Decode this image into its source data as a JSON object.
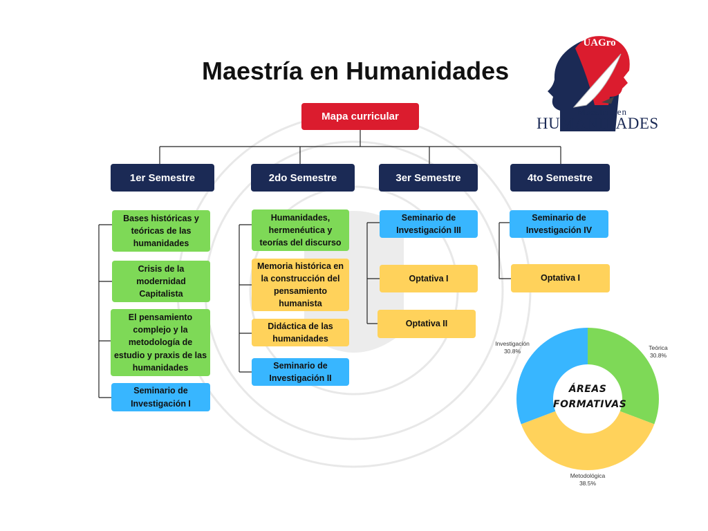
{
  "page": {
    "title": "Maestría en Humanidades"
  },
  "logo": {
    "badge": "UAGro",
    "subtitle": "Maestría en",
    "name": "HUMANIDADES"
  },
  "root": {
    "label": "Mapa curricular",
    "color": "#db1c2e"
  },
  "semesters": [
    {
      "label": "1er Semestre",
      "courses": [
        {
          "label": "Bases históricas y teóricas de las humanidades",
          "area": "Teórica"
        },
        {
          "label": "Crisis de la modernidad Capitalista",
          "area": "Teórica"
        },
        {
          "label": "El pensamiento complejo y la metodología de estudio y praxis de las humanidades",
          "area": "Teórica"
        },
        {
          "label": "Seminario de Investigación I",
          "area": "Investigación"
        }
      ]
    },
    {
      "label": "2do Semestre",
      "courses": [
        {
          "label": "Humanidades, hermenéutica y teorías del discurso",
          "area": "Teórica"
        },
        {
          "label": "Memoria histórica en la construcción del pensamiento humanista",
          "area": "Metodológica"
        },
        {
          "label": "Didáctica de las humanidades",
          "area": "Metodológica"
        },
        {
          "label": "Seminario de Investigación II",
          "area": "Investigación"
        }
      ]
    },
    {
      "label": "3er Semestre",
      "courses": [
        {
          "label": "Seminario de Investigación III",
          "area": "Investigación"
        },
        {
          "label": "Optativa I",
          "area": "Metodológica"
        },
        {
          "label": "Optativa II",
          "area": "Metodológica"
        }
      ]
    },
    {
      "label": "4to Semestre",
      "courses": [
        {
          "label": "Seminario de Investigación IV",
          "area": "Investigación"
        },
        {
          "label": "Optativa I",
          "area": "Metodológica"
        }
      ]
    }
  ],
  "colors": {
    "Teórica": "#7ed957",
    "Metodológica": "#ffd25b",
    "Investigación": "#38b6ff",
    "semester": "#1b2a55",
    "connector": "#222222"
  },
  "chart_data": {
    "type": "pie",
    "title": "ÁREAS FORMATIVAS",
    "donut": true,
    "slices": [
      {
        "label": "Teórica",
        "value": 30.8,
        "display": "30.8%",
        "color": "#7ed957"
      },
      {
        "label": "Metodológica",
        "value": 38.5,
        "display": "38.5%",
        "color": "#ffd25b"
      },
      {
        "label": "Investigación",
        "value": 30.8,
        "display": "30.8%",
        "color": "#38b6ff"
      }
    ]
  }
}
